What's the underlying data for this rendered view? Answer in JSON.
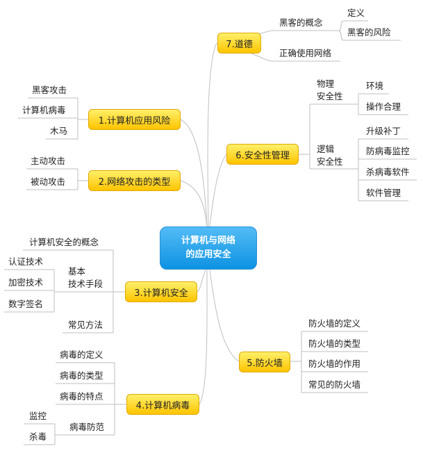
{
  "central": "计算机与网络\n的应用安全",
  "colors": {
    "line": "#bfbfbf",
    "central": "#1a9de8",
    "branch": "#ffd21e"
  },
  "branches": {
    "b1": {
      "label": "1.计算机应用风险",
      "children": [
        "黑客攻击",
        "计算机病毒",
        "木马"
      ]
    },
    "b2": {
      "label": "2.网络攻击的类型",
      "children": [
        "主动攻击",
        "被动攻击"
      ]
    },
    "b3": {
      "label": "3.计算机安全",
      "concept": "计算机安全的概念",
      "basic": {
        "label": "基本\n技术手段",
        "children": [
          "认证技术",
          "加密技术",
          "数字签名"
        ]
      },
      "common": "常见方法"
    },
    "b4": {
      "label": "4.计算机病毒",
      "children": [
        "病毒的定义",
        "病毒的类型",
        "病毒的特点"
      ],
      "prevention": {
        "label": "病毒防范",
        "children": [
          "监控",
          "杀毒"
        ]
      }
    },
    "b5": {
      "label": "5.防火墙",
      "children": [
        "防火墙的定义",
        "防火墙的类型",
        "防火墙的作用",
        "常见的防火墙"
      ]
    },
    "b6": {
      "label": "6.安全性管理",
      "physical": {
        "label": "物理\n安全性",
        "children": [
          "环境",
          "操作合理"
        ]
      },
      "logical": {
        "label": "逻辑\n安全性",
        "children": [
          "升级补丁",
          "防病毒监控",
          "杀病毒软件",
          "软件管理"
        ]
      }
    },
    "b7": {
      "label": "7.道德",
      "concept": {
        "label": "黑客的概念",
        "children": [
          "定义",
          "黑客的风险"
        ]
      },
      "correct": "正确使用网络"
    }
  }
}
